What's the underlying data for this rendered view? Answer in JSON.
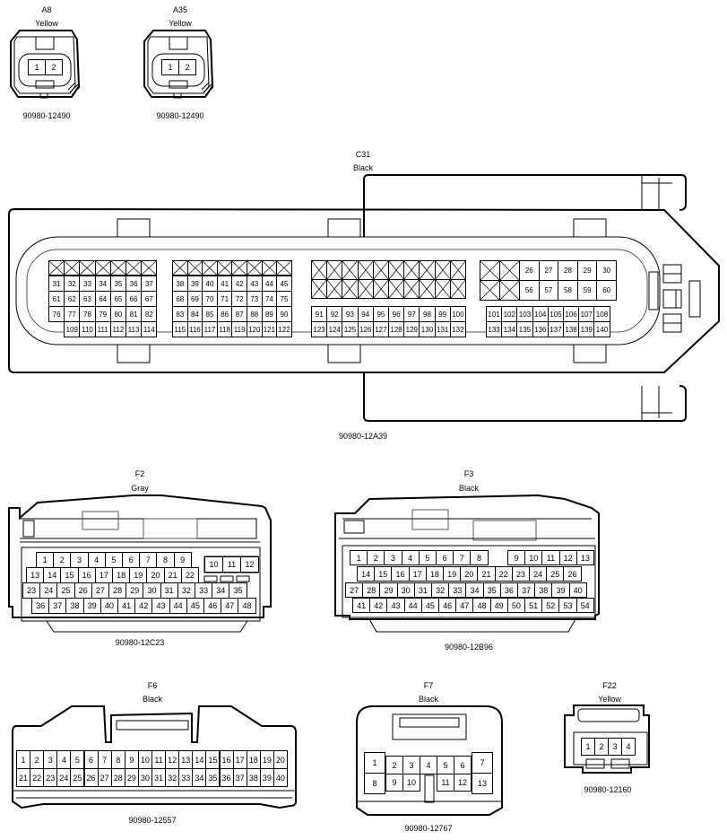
{
  "connectors": {
    "a8": {
      "id": "A8",
      "color": "Yellow",
      "part": "90980-12490",
      "pins": [
        "1",
        "2"
      ]
    },
    "a35": {
      "id": "A35",
      "color": "Yellow",
      "part": "90980-12490",
      "pins": [
        "1",
        "2"
      ]
    },
    "c31": {
      "id": "C31",
      "color": "Black",
      "part": "90980-12A39",
      "block1": {
        "rows": [
          [
            "31",
            "32",
            "33",
            "34",
            "35",
            "36",
            "37"
          ],
          [
            "61",
            "62",
            "63",
            "64",
            "65",
            "66",
            "67"
          ],
          [
            "76",
            "77",
            "78",
            "79",
            "80",
            "81",
            "82"
          ],
          [
            "",
            "109",
            "110",
            "111",
            "112",
            "113",
            "114"
          ]
        ]
      },
      "block2": {
        "rows": [
          [
            "38",
            "39",
            "40",
            "41",
            "42",
            "43",
            "44",
            "45"
          ],
          [
            "68",
            "69",
            "70",
            "71",
            "72",
            "73",
            "74",
            "75"
          ],
          [
            "83",
            "84",
            "85",
            "86",
            "87",
            "88",
            "89",
            "90"
          ],
          [
            "115",
            "116",
            "117",
            "118",
            "119",
            "120",
            "121",
            "122"
          ]
        ]
      },
      "block3": {
        "rows": [
          [
            "91",
            "92",
            "93",
            "94",
            "95",
            "96",
            "97",
            "98",
            "99",
            "100"
          ],
          [
            "123",
            "124",
            "125",
            "126",
            "127",
            "128",
            "129",
            "130",
            "131",
            "132"
          ]
        ]
      },
      "block4": {
        "top": [
          [
            "26",
            "27",
            "28",
            "29",
            "30"
          ],
          [
            "56",
            "57",
            "58",
            "59",
            "60"
          ]
        ],
        "rows": [
          [
            "101",
            "102",
            "103",
            "104",
            "105",
            "106",
            "107",
            "108"
          ],
          [
            "133",
            "134",
            "135",
            "136",
            "137",
            "138",
            "139",
            "140"
          ]
        ]
      }
    },
    "f2": {
      "id": "F2",
      "color": "Gray",
      "part": "90980-12C23",
      "rows": [
        [
          "1",
          "2",
          "3",
          "4",
          "5",
          "6",
          "7",
          "8",
          "9"
        ],
        [
          "13",
          "14",
          "15",
          "16",
          "17",
          "18",
          "19",
          "20",
          "21",
          "22"
        ],
        [
          "23",
          "24",
          "25",
          "26",
          "27",
          "28",
          "29",
          "30",
          "31",
          "32",
          "33",
          "34",
          "35"
        ],
        [
          "36",
          "37",
          "38",
          "39",
          "40",
          "41",
          "42",
          "43",
          "44",
          "45",
          "46",
          "47",
          "48"
        ]
      ],
      "side": [
        "10",
        "11",
        "12"
      ]
    },
    "f3": {
      "id": "F3",
      "color": "Black",
      "part": "90980-12B96",
      "rows": [
        [
          "1",
          "2",
          "3",
          "4",
          "5",
          "6",
          "7",
          "8"
        ],
        [
          "14",
          "15",
          "16",
          "17",
          "18",
          "19",
          "20",
          "21",
          "22",
          "23",
          "24",
          "25",
          "26"
        ],
        [
          "27",
          "28",
          "29",
          "30",
          "31",
          "32",
          "33",
          "34",
          "35",
          "36",
          "37",
          "38",
          "39",
          "40"
        ],
        [
          "41",
          "42",
          "43",
          "44",
          "45",
          "46",
          "47",
          "48",
          "49",
          "50",
          "51",
          "52",
          "53",
          "54"
        ]
      ],
      "row1b": [
        "9",
        "10",
        "11",
        "12",
        "13"
      ]
    },
    "f6": {
      "id": "F6",
      "color": "Black",
      "part": "90980-12557",
      "rows": [
        [
          "1",
          "2",
          "3",
          "4",
          "5",
          "6",
          "7",
          "8",
          "9",
          "10",
          "11",
          "12",
          "13",
          "14",
          "15",
          "16",
          "17",
          "18",
          "19",
          "20"
        ],
        [
          "21",
          "22",
          "23",
          "24",
          "25",
          "26",
          "27",
          "28",
          "29",
          "30",
          "31",
          "32",
          "33",
          "34",
          "35",
          "36",
          "37",
          "38",
          "39",
          "40"
        ]
      ]
    },
    "f7": {
      "id": "F7",
      "color": "Black",
      "part": "90980-12767",
      "pins": [
        "1",
        "2",
        "3",
        "4",
        "5",
        "6",
        "7",
        "8",
        "9",
        "10",
        "11",
        "12",
        "13"
      ]
    },
    "f22": {
      "id": "F22",
      "color": "Yellow",
      "part": "90980-12160",
      "pins": [
        "1",
        "2",
        "3",
        "4"
      ]
    }
  }
}
